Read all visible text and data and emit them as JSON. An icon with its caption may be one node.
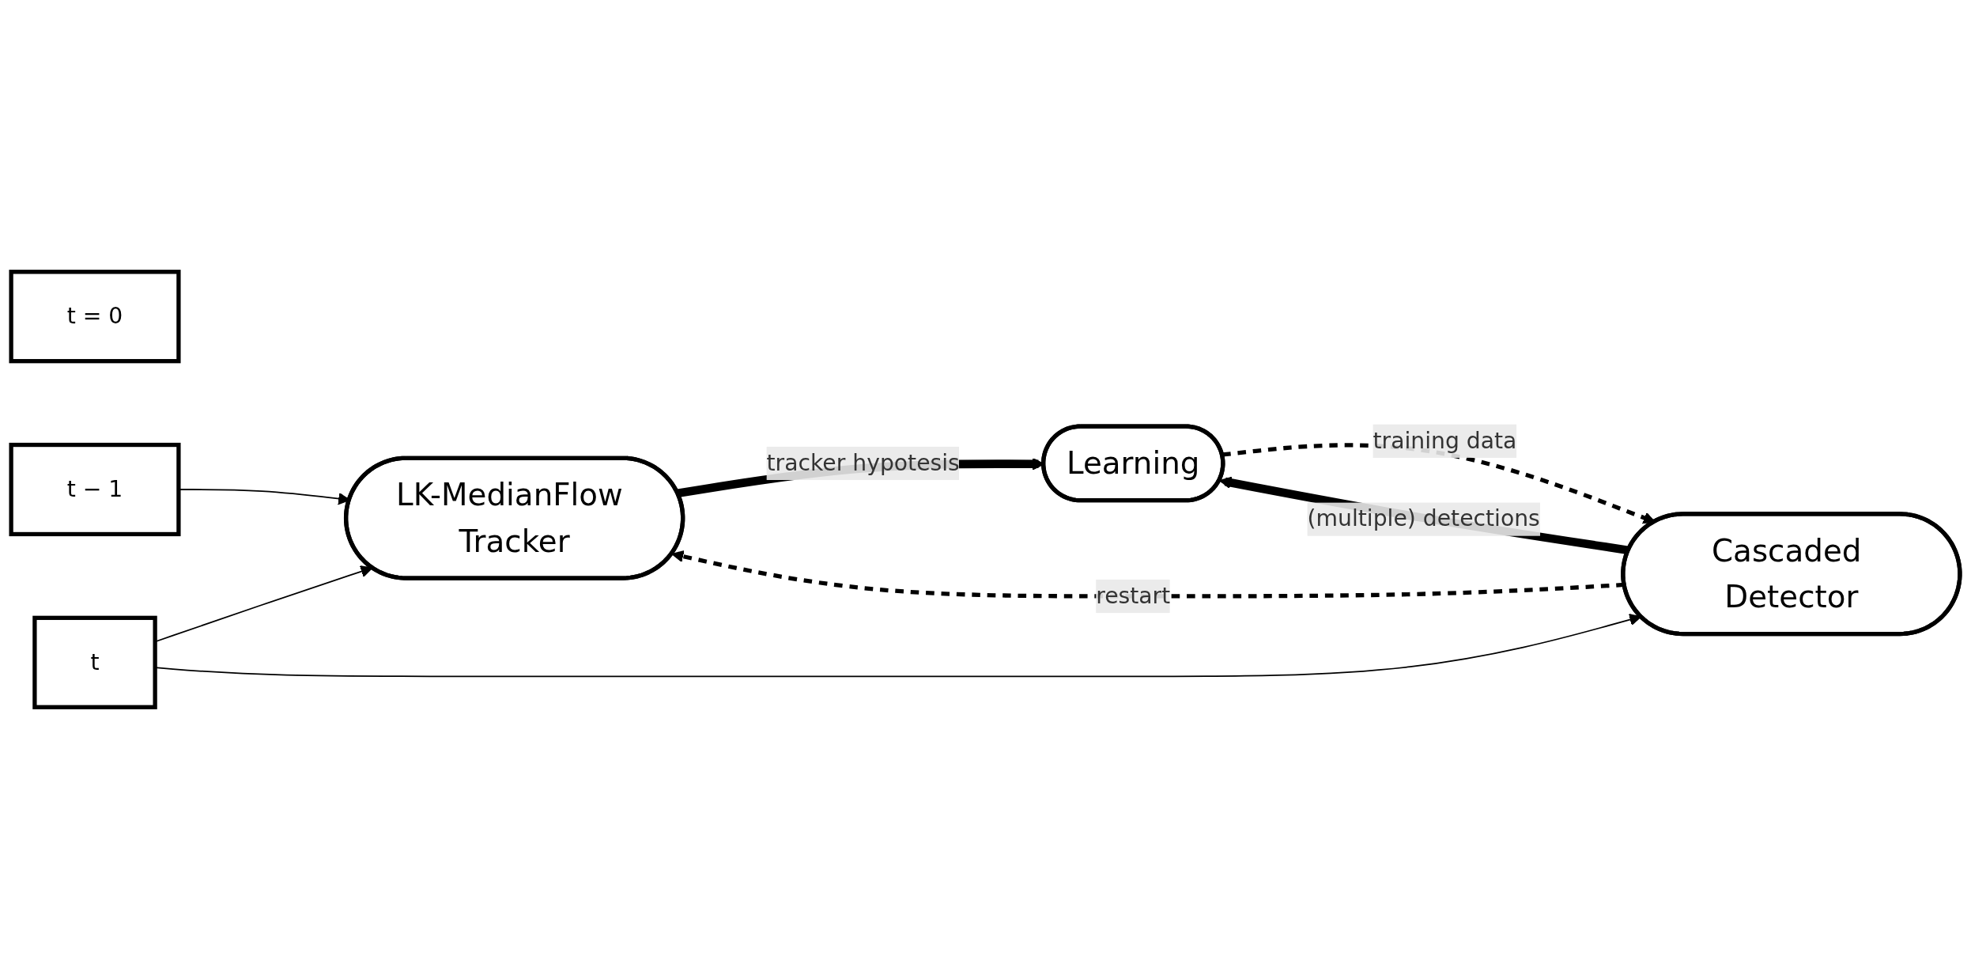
{
  "diagram": {
    "nodes": [
      {
        "text": [
          "t = 0"
        ]
      },
      {
        "text": [
          "t − 1"
        ]
      },
      {
        "text": [
          "t"
        ]
      },
      {
        "text": [
          "LK-MedianFlow Tracker"
        ]
      },
      {
        "text": [
          "Cascaded Detector"
        ]
      },
      {
        "text": [
          "Learning"
        ]
      }
    ],
    "edges": [
      {
        "from": 1,
        "to": 3,
        "arrow": "to"
      },
      {
        "from": 2,
        "to": 3,
        "arrow": "to"
      },
      {
        "from": 2,
        "to": 4,
        "arrow": "to"
      },
      {
        "from": 3,
        "to": 5,
        "arrow": "to",
        "label": "tracker hypotesis",
        "style": "thick"
      },
      {
        "from": 5,
        "to": 4,
        "arrow": "to",
        "label": "training data",
        "style": "dashed"
      },
      {
        "from": 4,
        "to": 3,
        "arrow": "to",
        "label": "restart",
        "style": "dashed"
      },
      {
        "from": 4,
        "to": 5,
        "arrow": "to",
        "label": "(multiple) detections",
        "style": "thick"
      }
    ]
  }
}
